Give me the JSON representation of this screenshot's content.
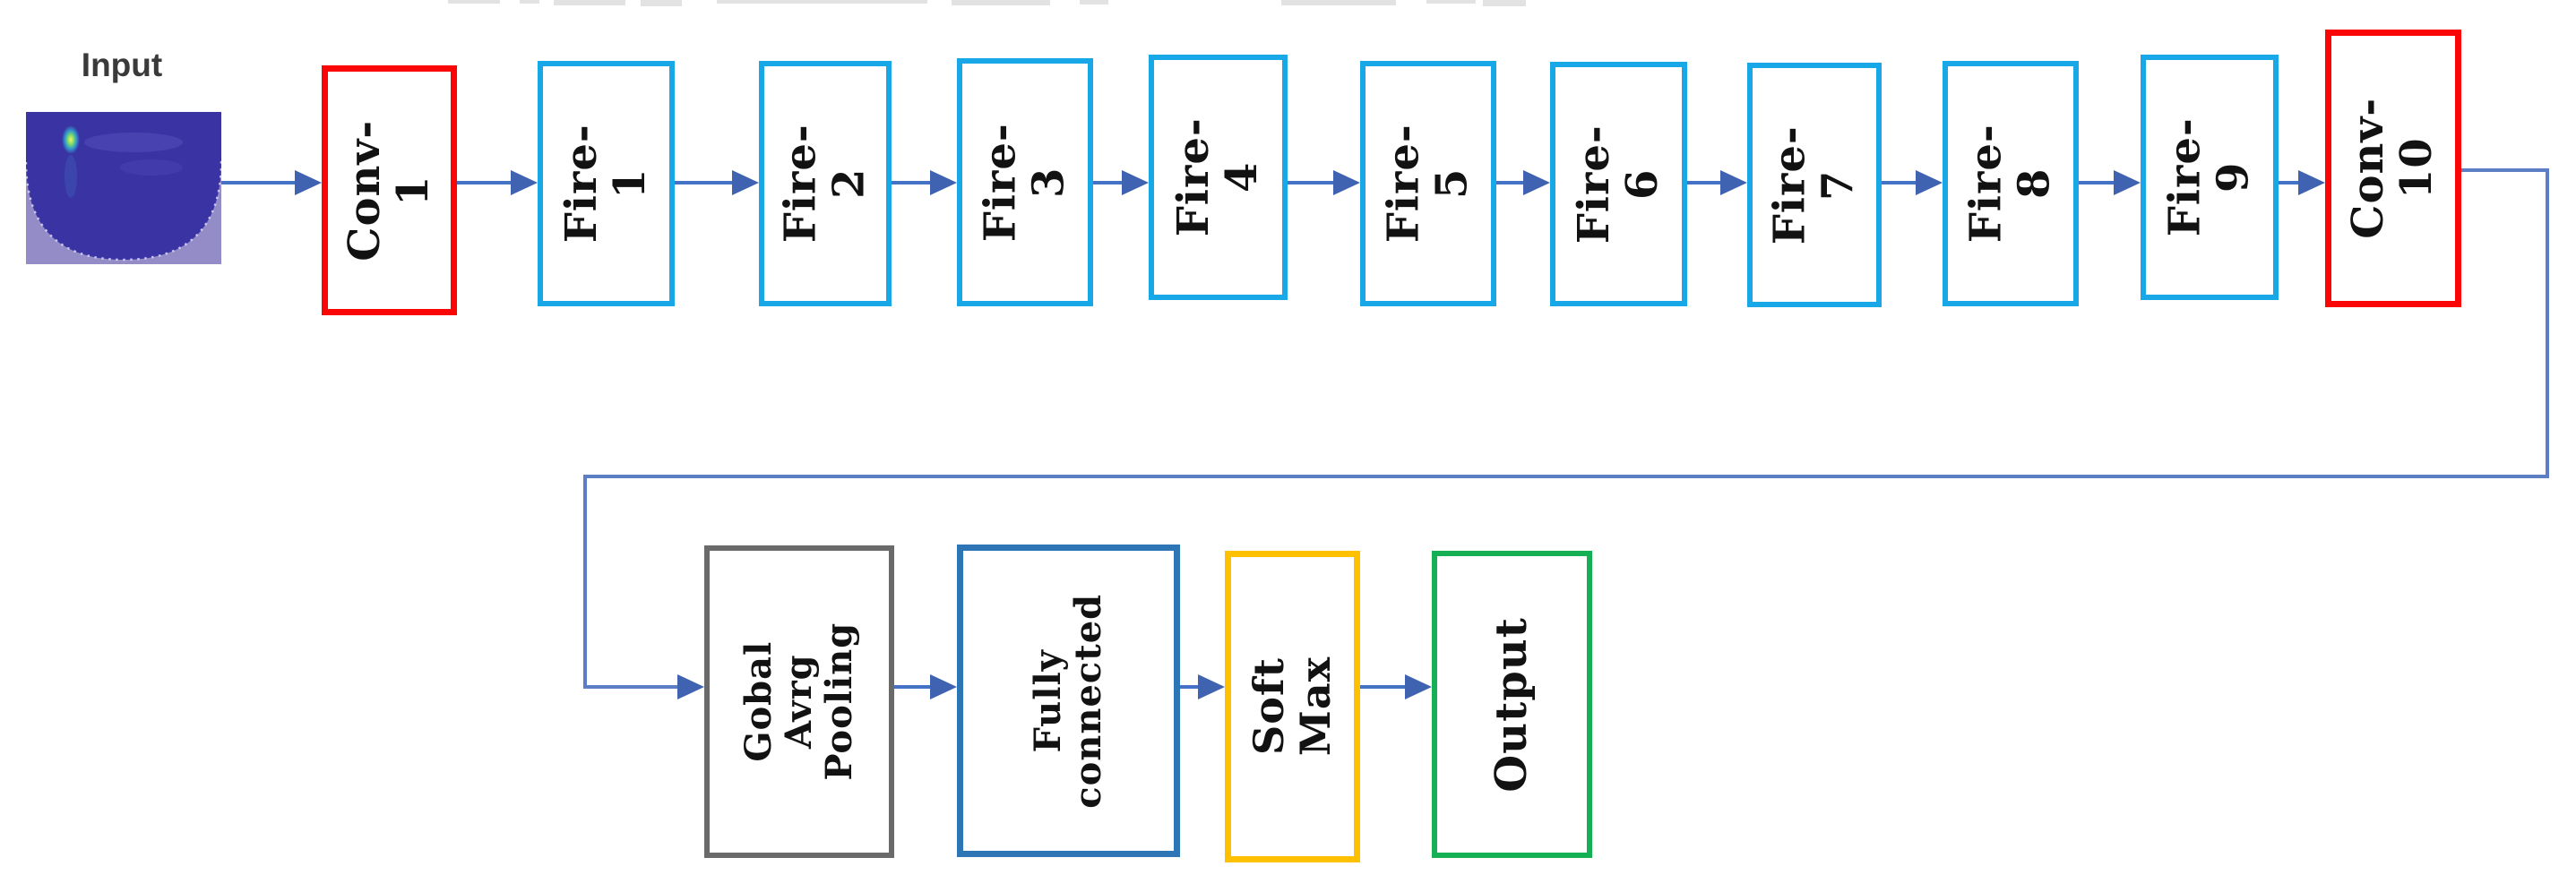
{
  "input": {
    "label": "Input",
    "thumbnail": {
      "description": "spectrogram-thumbnail",
      "background_color": "#938CC7",
      "shape_color": "#3A33A4",
      "hotspot_color": "#E8F25A"
    }
  },
  "nodes": [
    {
      "id": "conv-1",
      "label": "Conv-1",
      "border_color": "#FA0606"
    },
    {
      "id": "fire-1",
      "label": "Fire-1",
      "border_color": "#18A8E8"
    },
    {
      "id": "fire-2",
      "label": "Fire-2",
      "border_color": "#18A8E8"
    },
    {
      "id": "fire-3",
      "label": "Fire-3",
      "border_color": "#18A8E8"
    },
    {
      "id": "fire-4",
      "label": "Fire-4",
      "border_color": "#18A8E8"
    },
    {
      "id": "fire-5",
      "label": "Fire-5",
      "border_color": "#18A8E8"
    },
    {
      "id": "fire-6",
      "label": "Fire-6",
      "border_color": "#18A8E8"
    },
    {
      "id": "fire-7",
      "label": "Fire-7",
      "border_color": "#18A8E8"
    },
    {
      "id": "fire-8",
      "label": "Fire-8",
      "border_color": "#18A8E8"
    },
    {
      "id": "fire-9",
      "label": "Fire-9",
      "border_color": "#18A8E8"
    },
    {
      "id": "conv-10",
      "label": "Conv-10",
      "border_color": "#FA0606"
    },
    {
      "id": "global-avg-pooling",
      "label": "Gobal Avrg\nPooling",
      "border_color": "#6A6A6A"
    },
    {
      "id": "fully-connected",
      "label": "Fully\nconnected",
      "border_color": "#2E75B6"
    },
    {
      "id": "soft-max",
      "label": "Soft Max",
      "border_color": "#FFC000"
    },
    {
      "id": "output",
      "label": "Output",
      "border_color": "#16B054"
    }
  ],
  "colors": {
    "arrow_line": "#4472C4",
    "arrow_head": "#3F63B0",
    "connector_line": "#5C7EC4"
  }
}
